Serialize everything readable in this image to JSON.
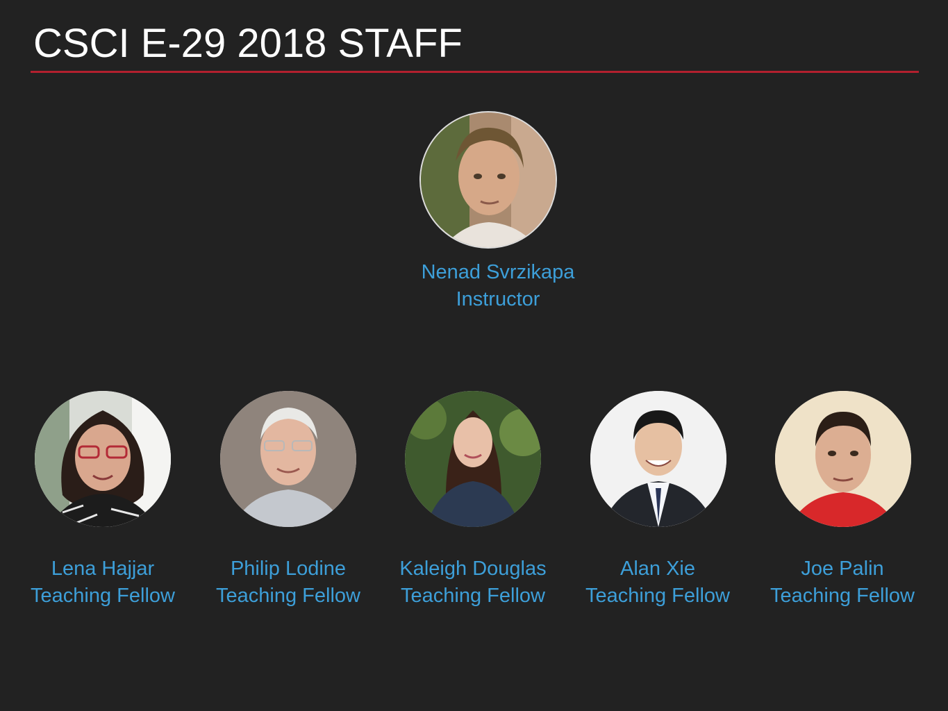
{
  "slide": {
    "title": "CSCI E-29 2018 STAFF"
  },
  "colors": {
    "background": "#222222",
    "title": "#ffffff",
    "rule": "#b3202e",
    "caption": "#3d9fd9"
  },
  "staff": [
    {
      "name": "Nenad Svrzikapa",
      "role": "Instructor",
      "photo": "instructor-photo"
    },
    {
      "name": "Lena Hajjar",
      "role": "Teaching Fellow",
      "photo": "lena-hajjar-photo"
    },
    {
      "name": "Philip Lodine",
      "role": "Teaching Fellow",
      "photo": "philip-lodine-photo"
    },
    {
      "name": "Kaleigh Douglas",
      "role": "Teaching Fellow",
      "photo": "kaleigh-douglas-photo"
    },
    {
      "name": "Alan Xie",
      "role": "Teaching Fellow",
      "photo": "alan-xie-photo"
    },
    {
      "name": "Joe Palin",
      "role": "Teaching Fellow",
      "photo": "joe-palin-photo"
    }
  ]
}
